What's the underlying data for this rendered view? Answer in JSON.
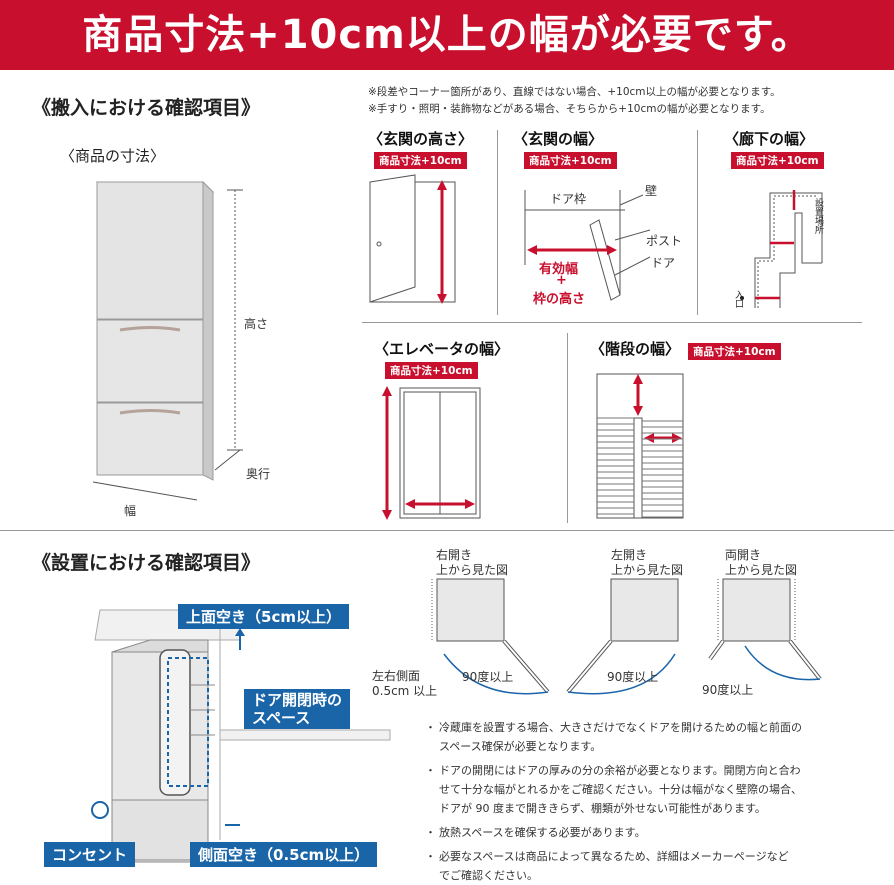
{
  "banner": "商品寸法+10cm以上の幅が必要です。",
  "carry_in": {
    "heading": "《搬入における確認項目》",
    "product_size": "〈商品の寸法〉",
    "height": "高さ",
    "depth": "奥行",
    "width": "幅",
    "note1": "※段差やコーナー箇所があり、直線ではない場合、+10cm以上の幅が必要となります。",
    "note2": "※手すり・照明・装飾物などがある場合、そちらから+10cmの幅が必要となります。",
    "entrance_height": {
      "title": "〈玄関の高さ〉",
      "tag": "商品寸法+10cm"
    },
    "entrance_width": {
      "title": "〈玄関の幅〉",
      "tag": "商品寸法+10cm",
      "door_frame": "ドア枠",
      "wall": "壁",
      "post": "ポスト",
      "door": "ドア",
      "effective_width": "有効幅",
      "plus": "+",
      "frame_height": "枠の高さ"
    },
    "hallway_width": {
      "title": "〈廊下の幅〉",
      "tag": "商品寸法+10cm",
      "install_place": "設置場所",
      "entrance": "入口"
    },
    "elevator_width": {
      "title": "〈エレベータの幅〉",
      "tag": "商品寸法+10cm"
    },
    "stairs_width": {
      "title": "〈階段の幅〉",
      "tag": "商品寸法+10cm"
    }
  },
  "install": {
    "heading": "《設置における確認項目》",
    "top_space": "上面空き（5cm以上）",
    "door_space_1": "ドア開閉時の",
    "door_space_2": "スペース",
    "outlet": "コンセント",
    "side_space": "側面空き（0.5cm以上）",
    "right_open": {
      "title": "右開き",
      "sub": "上から見た図",
      "angle": "90度以上"
    },
    "left_open": {
      "title": "左開き",
      "sub": "上から見た図",
      "angle": "90度以上"
    },
    "double_open": {
      "title": "両開き",
      "sub": "上から見た図",
      "angle": "90度以上"
    },
    "side_gap_1": "左右側面",
    "side_gap_2": "0.5cm 以上",
    "bullets": [
      "冷蔵庫を設置する場合、大きさだけでなくドアを開けるための幅と前面の",
      "スペース確保が必要となります。",
      "ドアの開閉にはドアの厚みの分の余裕が必要となります。開閉方向と合わ",
      "せて十分な幅がとれるかをご確認ください。十分は幅がなく壁際の場合、",
      "ドアが 90 度まで開ききらず、棚類が外せない可能性があります。",
      "放熱スペースを確保する必要があります。",
      "必要なスペースは商品によって異なるため、詳細はメーカーページなど",
      "でご確認ください。"
    ],
    "bullet_mark": "・"
  },
  "colors": {
    "red": "#c8102e",
    "blue": "#1a64a8"
  }
}
